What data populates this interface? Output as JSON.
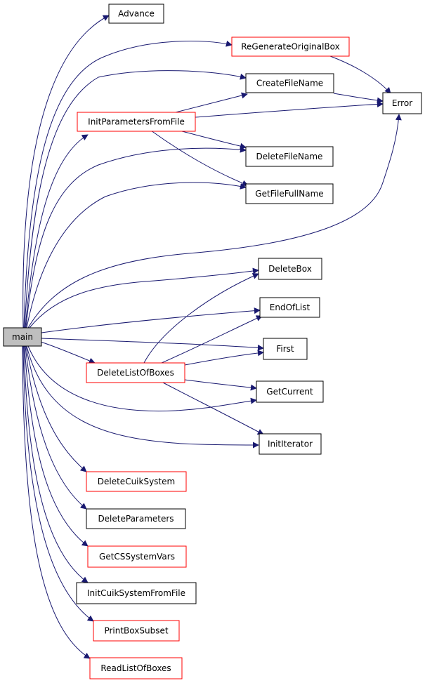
{
  "colors": {
    "edge": "#191970",
    "border_default": "#000000",
    "border_highlight": "#ff0000",
    "fill_default": "#ffffff",
    "fill_root": "#bfbfbf",
    "text": "#000000"
  },
  "nodes": {
    "main": {
      "label": "main",
      "style": "root"
    },
    "advance": {
      "label": "Advance",
      "style": "normal"
    },
    "regenerate": {
      "label": "ReGenerateOriginalBox",
      "style": "highlight"
    },
    "createfilename": {
      "label": "CreateFileName",
      "style": "normal"
    },
    "error": {
      "label": "Error",
      "style": "normal"
    },
    "initparams": {
      "label": "InitParametersFromFile",
      "style": "highlight"
    },
    "deletefilename": {
      "label": "DeleteFileName",
      "style": "normal"
    },
    "getfilefullname": {
      "label": "GetFileFullName",
      "style": "normal"
    },
    "deletebox": {
      "label": "DeleteBox",
      "style": "normal"
    },
    "endoflist": {
      "label": "EndOfList",
      "style": "normal"
    },
    "first": {
      "label": "First",
      "style": "normal"
    },
    "deletelist": {
      "label": "DeleteListOfBoxes",
      "style": "highlight"
    },
    "getcurrent": {
      "label": "GetCurrent",
      "style": "normal"
    },
    "inititerator": {
      "label": "InitIterator",
      "style": "normal"
    },
    "deletecuik": {
      "label": "DeleteCuikSystem",
      "style": "highlight"
    },
    "deleteparams": {
      "label": "DeleteParameters",
      "style": "normal"
    },
    "getcssystem": {
      "label": "GetCSSystemVars",
      "style": "highlight"
    },
    "initcuik": {
      "label": "InitCuikSystemFromFile",
      "style": "normal"
    },
    "printbox": {
      "label": "PrintBoxSubset",
      "style": "highlight"
    },
    "readlist": {
      "label": "ReadListOfBoxes",
      "style": "highlight"
    }
  }
}
